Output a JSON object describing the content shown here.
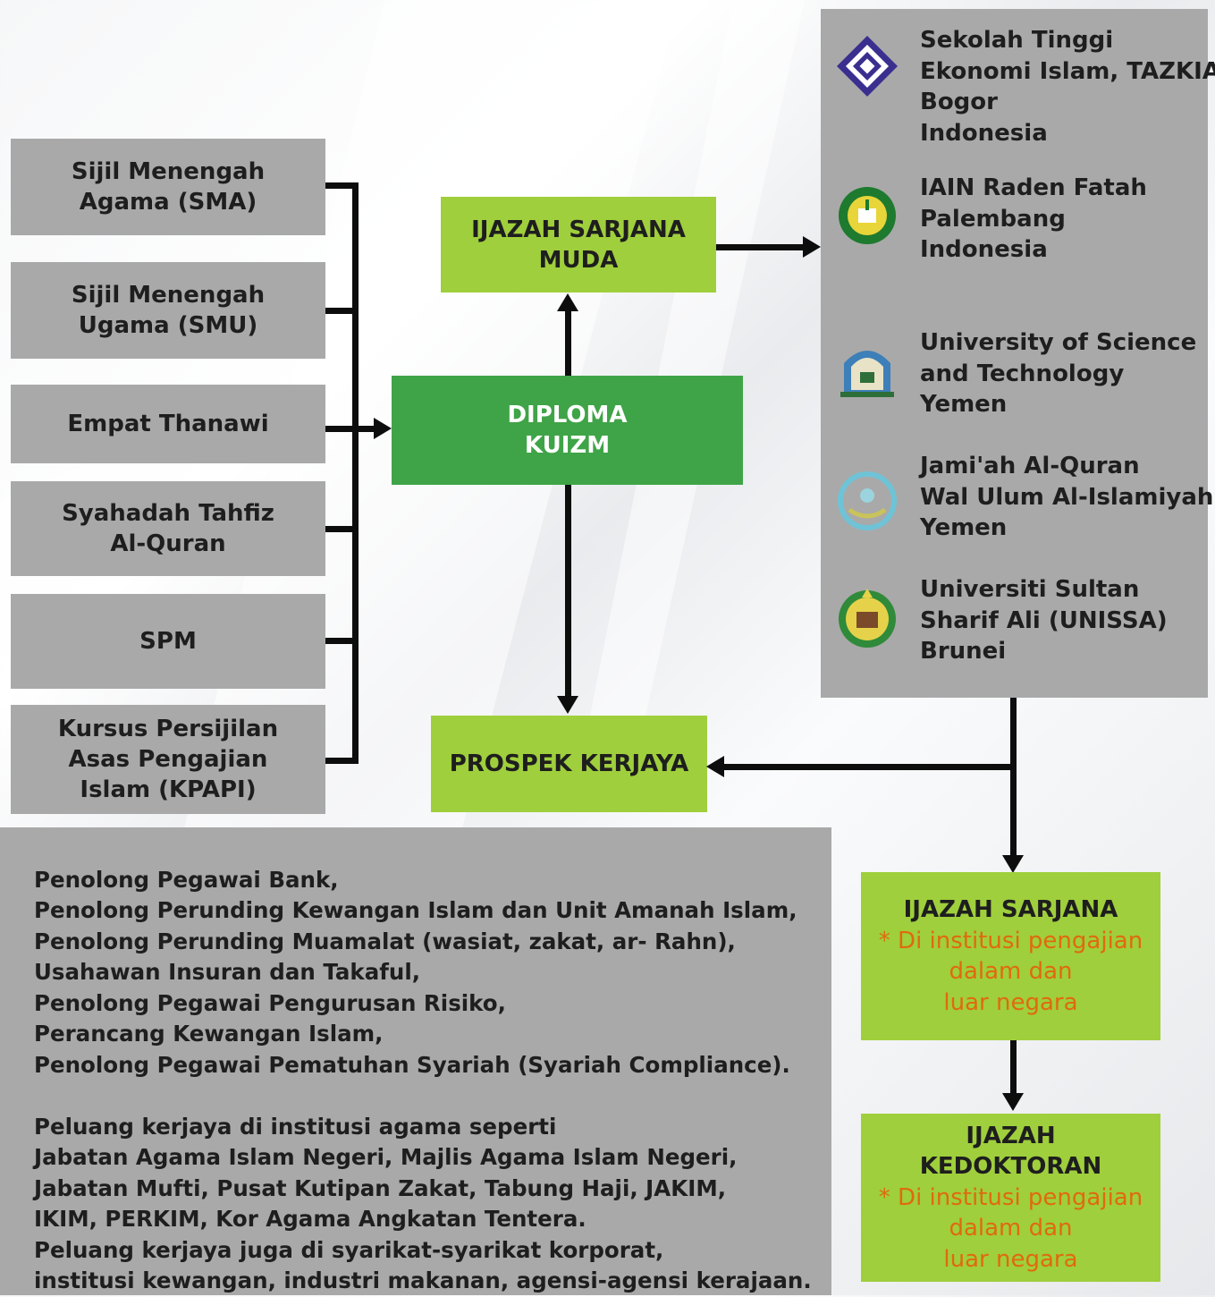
{
  "entry_qualifications": [
    "Sijil Menengah\nAgama (SMA)",
    "Sijil Menengah\nUgama (SMU)",
    "Empat Thanawi",
    "Syahadah Tahfiz\nAl-Quran",
    "SPM",
    "Kursus Persijilan\nAsas Pengajian\nIslam (KPAPI)"
  ],
  "diploma": "DIPLOMA\nKUIZM",
  "bachelor": "IJAZAH SARJANA\nMUDA",
  "career_prospects": "PROSPEK KERJAYA",
  "institutions": [
    {
      "name": "Sekolah Tinggi\nEkonomi Islam, TAZKIA\nBogor\nIndonesia",
      "logo": "tazkia-logo"
    },
    {
      "name": "IAIN Raden Fatah\nPalembang\nIndonesia",
      "logo": "iain-raden-fatah-logo"
    },
    {
      "name": "University of Science\nand Technology\nYemen",
      "logo": "ust-yemen-logo"
    },
    {
      "name": "Jami'ah Al-Quran\nWal Ulum Al-Islamiyah\nYemen",
      "logo": "jamiah-al-quran-logo"
    },
    {
      "name": "Universiti Sultan\nSharif Ali (UNISSA)\nBrunei",
      "logo": "unissa-logo"
    }
  ],
  "masters": {
    "title": "IJAZAH SARJANA",
    "note": "* Di institusi pengajian\ndalam dan\nluar negara"
  },
  "doctorate": {
    "title": "IJAZAH\nKEDOKTORAN",
    "note": "* Di institusi pengajian\ndalam dan\nluar negara"
  },
  "careers": {
    "roles": [
      "Penolong Pegawai Bank,",
      "Penolong Perunding Kewangan Islam dan Unit Amanah Islam,",
      "Penolong Perunding Muamalat (wasiat, zakat, ar- Rahn),",
      "Usahawan Insuran dan Takaful,",
      "Penolong Pegawai Pengurusan Risiko,",
      "Perancang Kewangan Islam,",
      "Penolong Pegawai Pematuhan Syariah (Syariah Compliance)."
    ],
    "opportunities": [
      "Peluang kerjaya di institusi agama seperti",
      "Jabatan Agama Islam Negeri, Majlis Agama Islam Negeri,",
      "Jabatan Mufti, Pusat Kutipan Zakat, Tabung Haji, JAKIM,",
      "IKIM, PERKIM, Kor Agama Angkatan Tentera.",
      "Peluang kerjaya juga di syarikat-syarikat korporat,",
      "institusi kewangan, industri makanan, agensi-agensi kerajaan."
    ]
  },
  "colors": {
    "grey_box": "#a9a9a9",
    "lime_box": "#9fcf3c",
    "diploma_green": "#3fa447",
    "note_orange": "#e06a0d",
    "connector": "#0d0d0d"
  }
}
